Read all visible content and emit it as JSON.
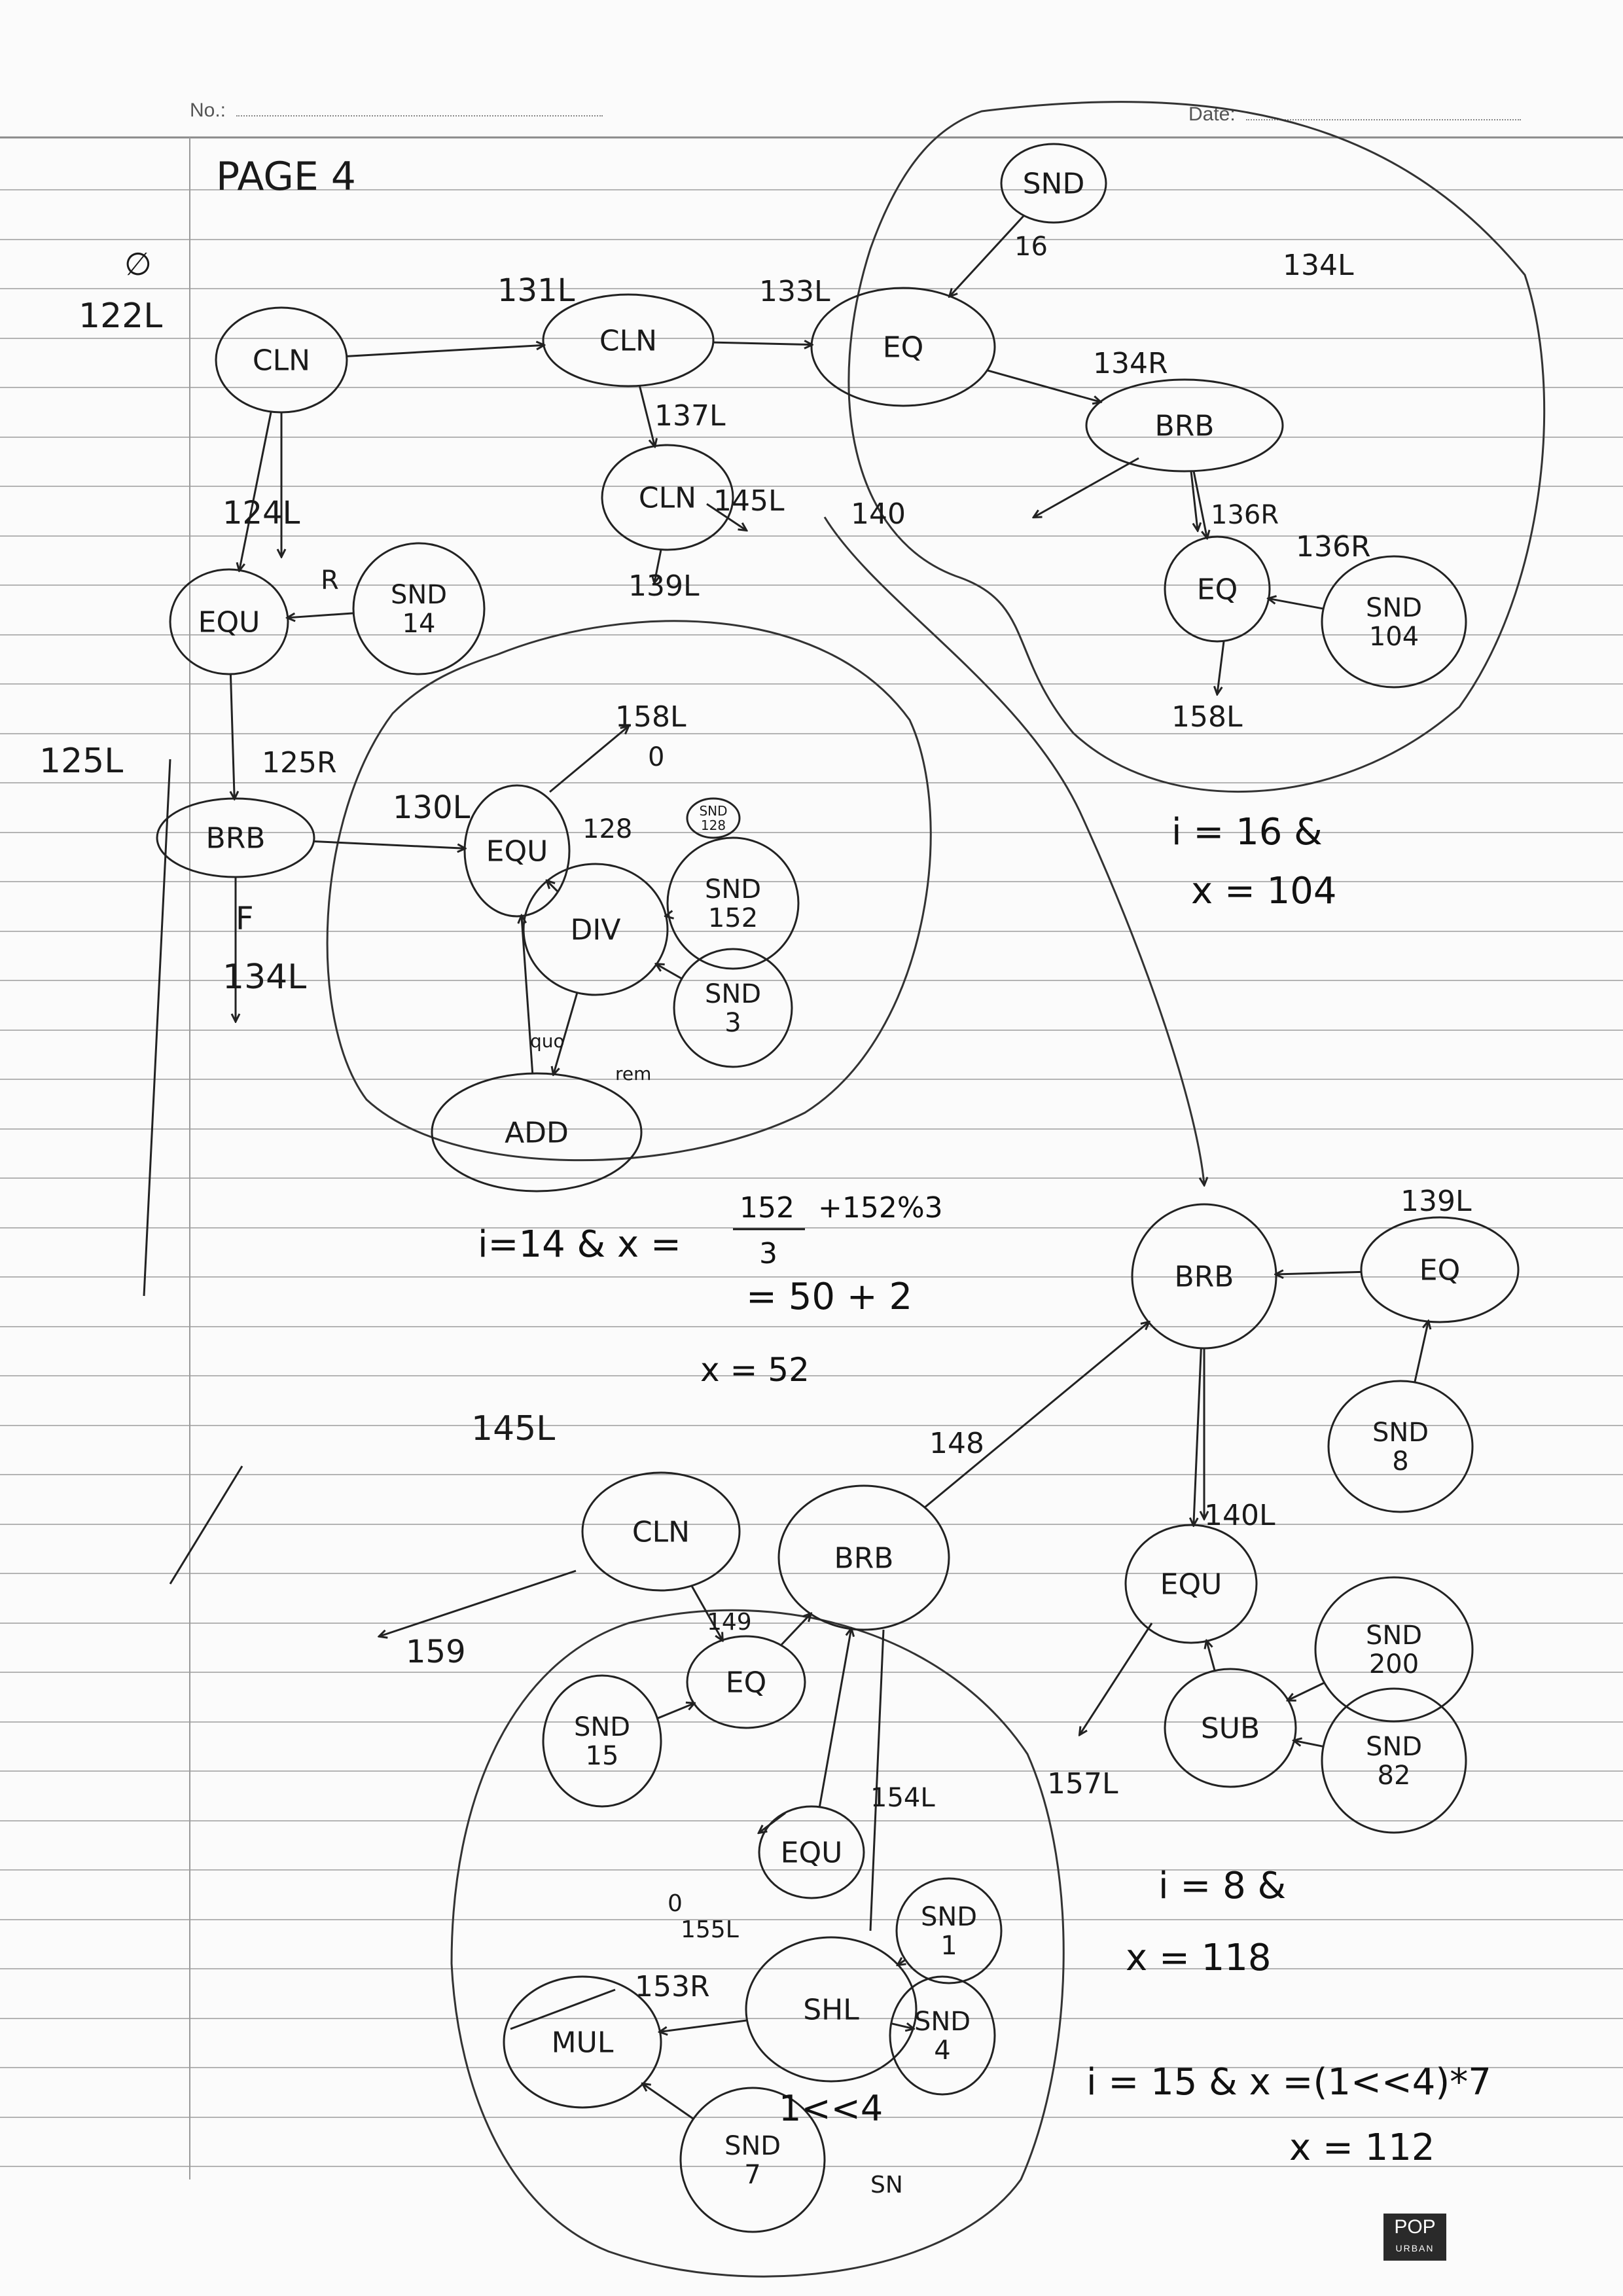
{
  "header": {
    "no_label": "No.:",
    "date_label": "Date:"
  },
  "page_title": "PAGE 4",
  "brand": {
    "name": "POP",
    "sub": "URBAN"
  },
  "nodes": {
    "cln_a": "CLN",
    "cln_b": "CLN",
    "cln_c": "CLN",
    "eq_a": "EQ",
    "brb_a": "BRB",
    "eq_b": "EQ",
    "snd16": "SND",
    "snd104": [
      "SND",
      "104"
    ],
    "equ_a": "EQU",
    "snd14": [
      "SND",
      "14"
    ],
    "brb_b": "BRB",
    "equ_b": "EQU",
    "div": "DIV",
    "snd152": [
      "SND",
      "152"
    ],
    "snd3": [
      "SND",
      "3"
    ],
    "add": "ADD",
    "snd_128": [
      "SND",
      "128"
    ],
    "brb_c": "BRB",
    "eq_c": "EQ",
    "snd8": [
      "SND",
      "8"
    ],
    "cln_d": "CLN",
    "brb_d": "BRB",
    "eq_d": "EQ",
    "snd15": [
      "SND",
      "15"
    ],
    "equ_c": "EQU",
    "snd1": [
      "SND",
      "1"
    ],
    "shl": "SHL",
    "snd4": [
      "SND",
      "4"
    ],
    "mul": "MUL",
    "snd7": [
      "SND",
      "7"
    ],
    "equ_d": "EQU",
    "snd200": [
      "SND",
      "200"
    ],
    "sub": "SUB",
    "snd82": [
      "SND",
      "82"
    ]
  },
  "edge_labels": {
    "l_122L": "122L",
    "l_null1": "∅",
    "l_131L": "131L",
    "l_133L": "133L",
    "l_134L_top": "134L",
    "l_134R": "134R",
    "l_137L": "137L",
    "l_145L": "145L",
    "l_140": "140",
    "l_139L": "139L",
    "l_136R": "136R",
    "l_136R_b": "136R",
    "l_158L_top": "158L",
    "l_16": "16",
    "l_124L": "124L",
    "l_R": "R",
    "l_125L": "125L",
    "l_125R": "125R",
    "l_130L": "130L",
    "l_128": "128",
    "l_158L": "158L",
    "l_0a": "0",
    "l_F": "F",
    "l_134L": "134L",
    "l_quo": "quo",
    "l_rem": "rem",
    "l_139L_right": "139L",
    "l_148": "148",
    "l_140L": "140L",
    "l_145L_low": "145L",
    "l_159": "159",
    "l_149": "149",
    "l_154L": "154L",
    "l_155L": "155L",
    "l_0b": "0",
    "l_153R": "153R",
    "l_157L": "157L",
    "l_sn": "SN"
  },
  "notes": {
    "n1_a": "i = 16 &",
    "n1_b": "x = 104",
    "n2_a": "i=14 & x =",
    "n2_frac_num": "152",
    "n2_frac_den": "3",
    "n2_b": "+152%3",
    "n2_c": "= 50 + 2",
    "n2_d": "x = 52",
    "n3_a": "i = 8 &",
    "n3_b": "x = 118",
    "n4_a": "i = 15 & x =(1<<4)*7",
    "n4_b": "x = 112",
    "n5": "1<<4"
  }
}
